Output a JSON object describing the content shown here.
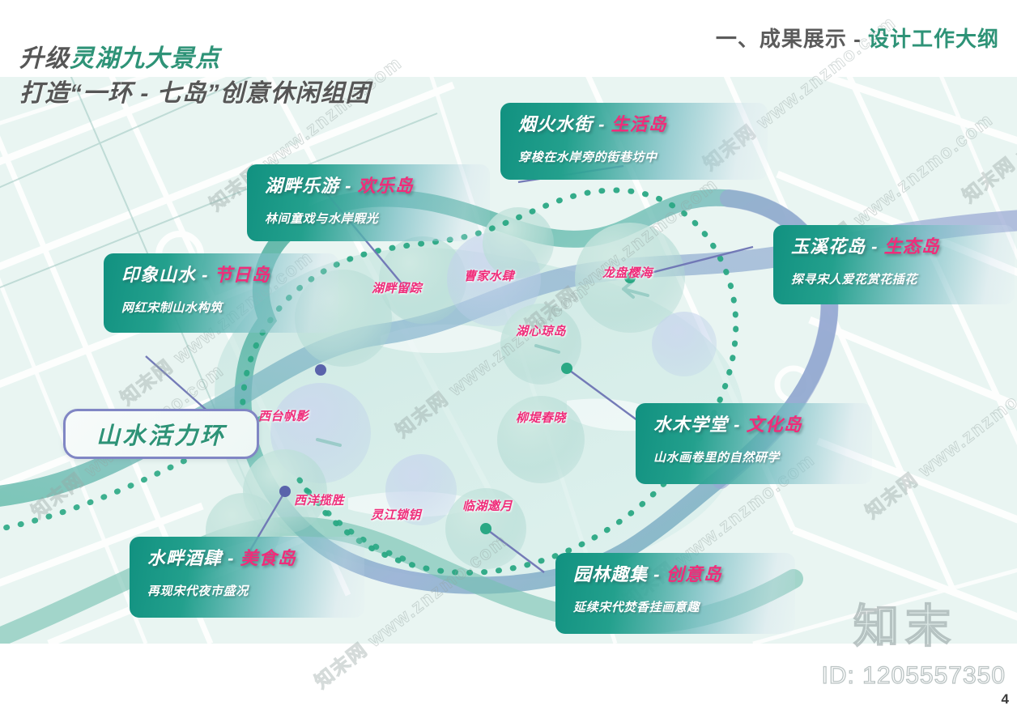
{
  "header": {
    "prefix": "一、成果展示 - ",
    "accent": "设计工作大纲"
  },
  "title": {
    "line1_plain": "升级",
    "line1_accent": "灵湖九大景点",
    "line2": "打造“一环 - 七岛”创意休闲组团"
  },
  "ring_label": {
    "text": "山水活力环"
  },
  "cards": [
    {
      "name": "烟火水街",
      "sep": " - ",
      "island": "生活岛",
      "desc": "穿梭在水岸旁的街巷坊中"
    },
    {
      "name": "湖畔乐游",
      "sep": " - ",
      "island": "欢乐岛",
      "desc": "林间童戏与水岸暇光"
    },
    {
      "name": "印象山水",
      "sep": " - ",
      "island": "节日岛",
      "desc": "网红宋制山水构筑"
    },
    {
      "name": "玉溪花岛",
      "sep": " - ",
      "island": "生态岛",
      "desc": "探寻宋人爱花赏花插花"
    },
    {
      "name": "水木学堂",
      "sep": " - ",
      "island": "文化岛",
      "desc": "山水画卷里的自然研学"
    },
    {
      "name": "水畔酒肆",
      "sep": " - ",
      "island": "美食岛",
      "desc": "再现宋代夜市盛况"
    },
    {
      "name": "园林趣集",
      "sep": " - ",
      "island": "创意岛",
      "desc": "延续宋代焚香挂画意趣"
    }
  ],
  "spots": [
    {
      "label": "湖畔留踪"
    },
    {
      "label": "曹家水肆"
    },
    {
      "label": "龙盘樱海"
    },
    {
      "label": "湖心琼岛"
    },
    {
      "label": "西台帆影"
    },
    {
      "label": "柳堤春晓"
    },
    {
      "label": "西洋揽胜"
    },
    {
      "label": "灵江锁钥"
    },
    {
      "label": "临湖邀月"
    }
  ],
  "watermark": {
    "tile": "知末网 www.znzmo.com",
    "brand": "知末",
    "id": "ID: 1205557350"
  },
  "page": {
    "number": "4"
  },
  "colors": {
    "teal": "#189c8a",
    "green_accent": "#2e9377",
    "pink": "#ef2d7a",
    "grey_text": "#565656",
    "ring_border": "#8086c4",
    "map_bg": "#e9f5f2"
  }
}
